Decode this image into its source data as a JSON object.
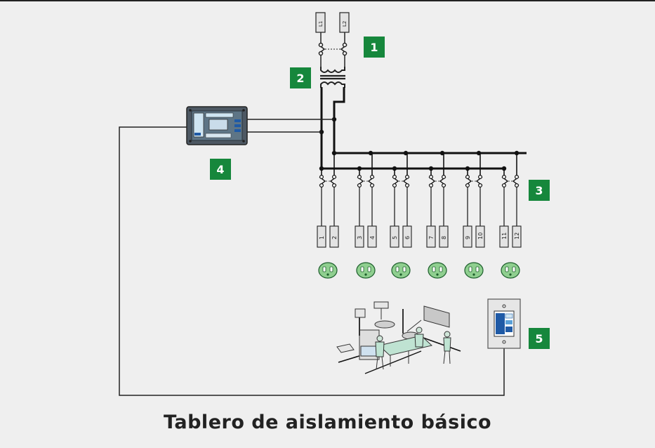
{
  "title": "Tablero de aislamiento básico",
  "badges": [
    "1",
    "2",
    "3",
    "4",
    "5"
  ],
  "supply_labels": [
    "L1",
    "L2"
  ],
  "circuit_labels": [
    "1",
    "2",
    "3",
    "4",
    "5",
    "6",
    "7",
    "8",
    "9",
    "10",
    "11",
    "12"
  ],
  "colors": {
    "badge": "#16873c",
    "outlet": "#8fcf8f",
    "background": "#efefef",
    "monitor_panel": "#5a6b78",
    "screen": "#cfe5f2"
  }
}
